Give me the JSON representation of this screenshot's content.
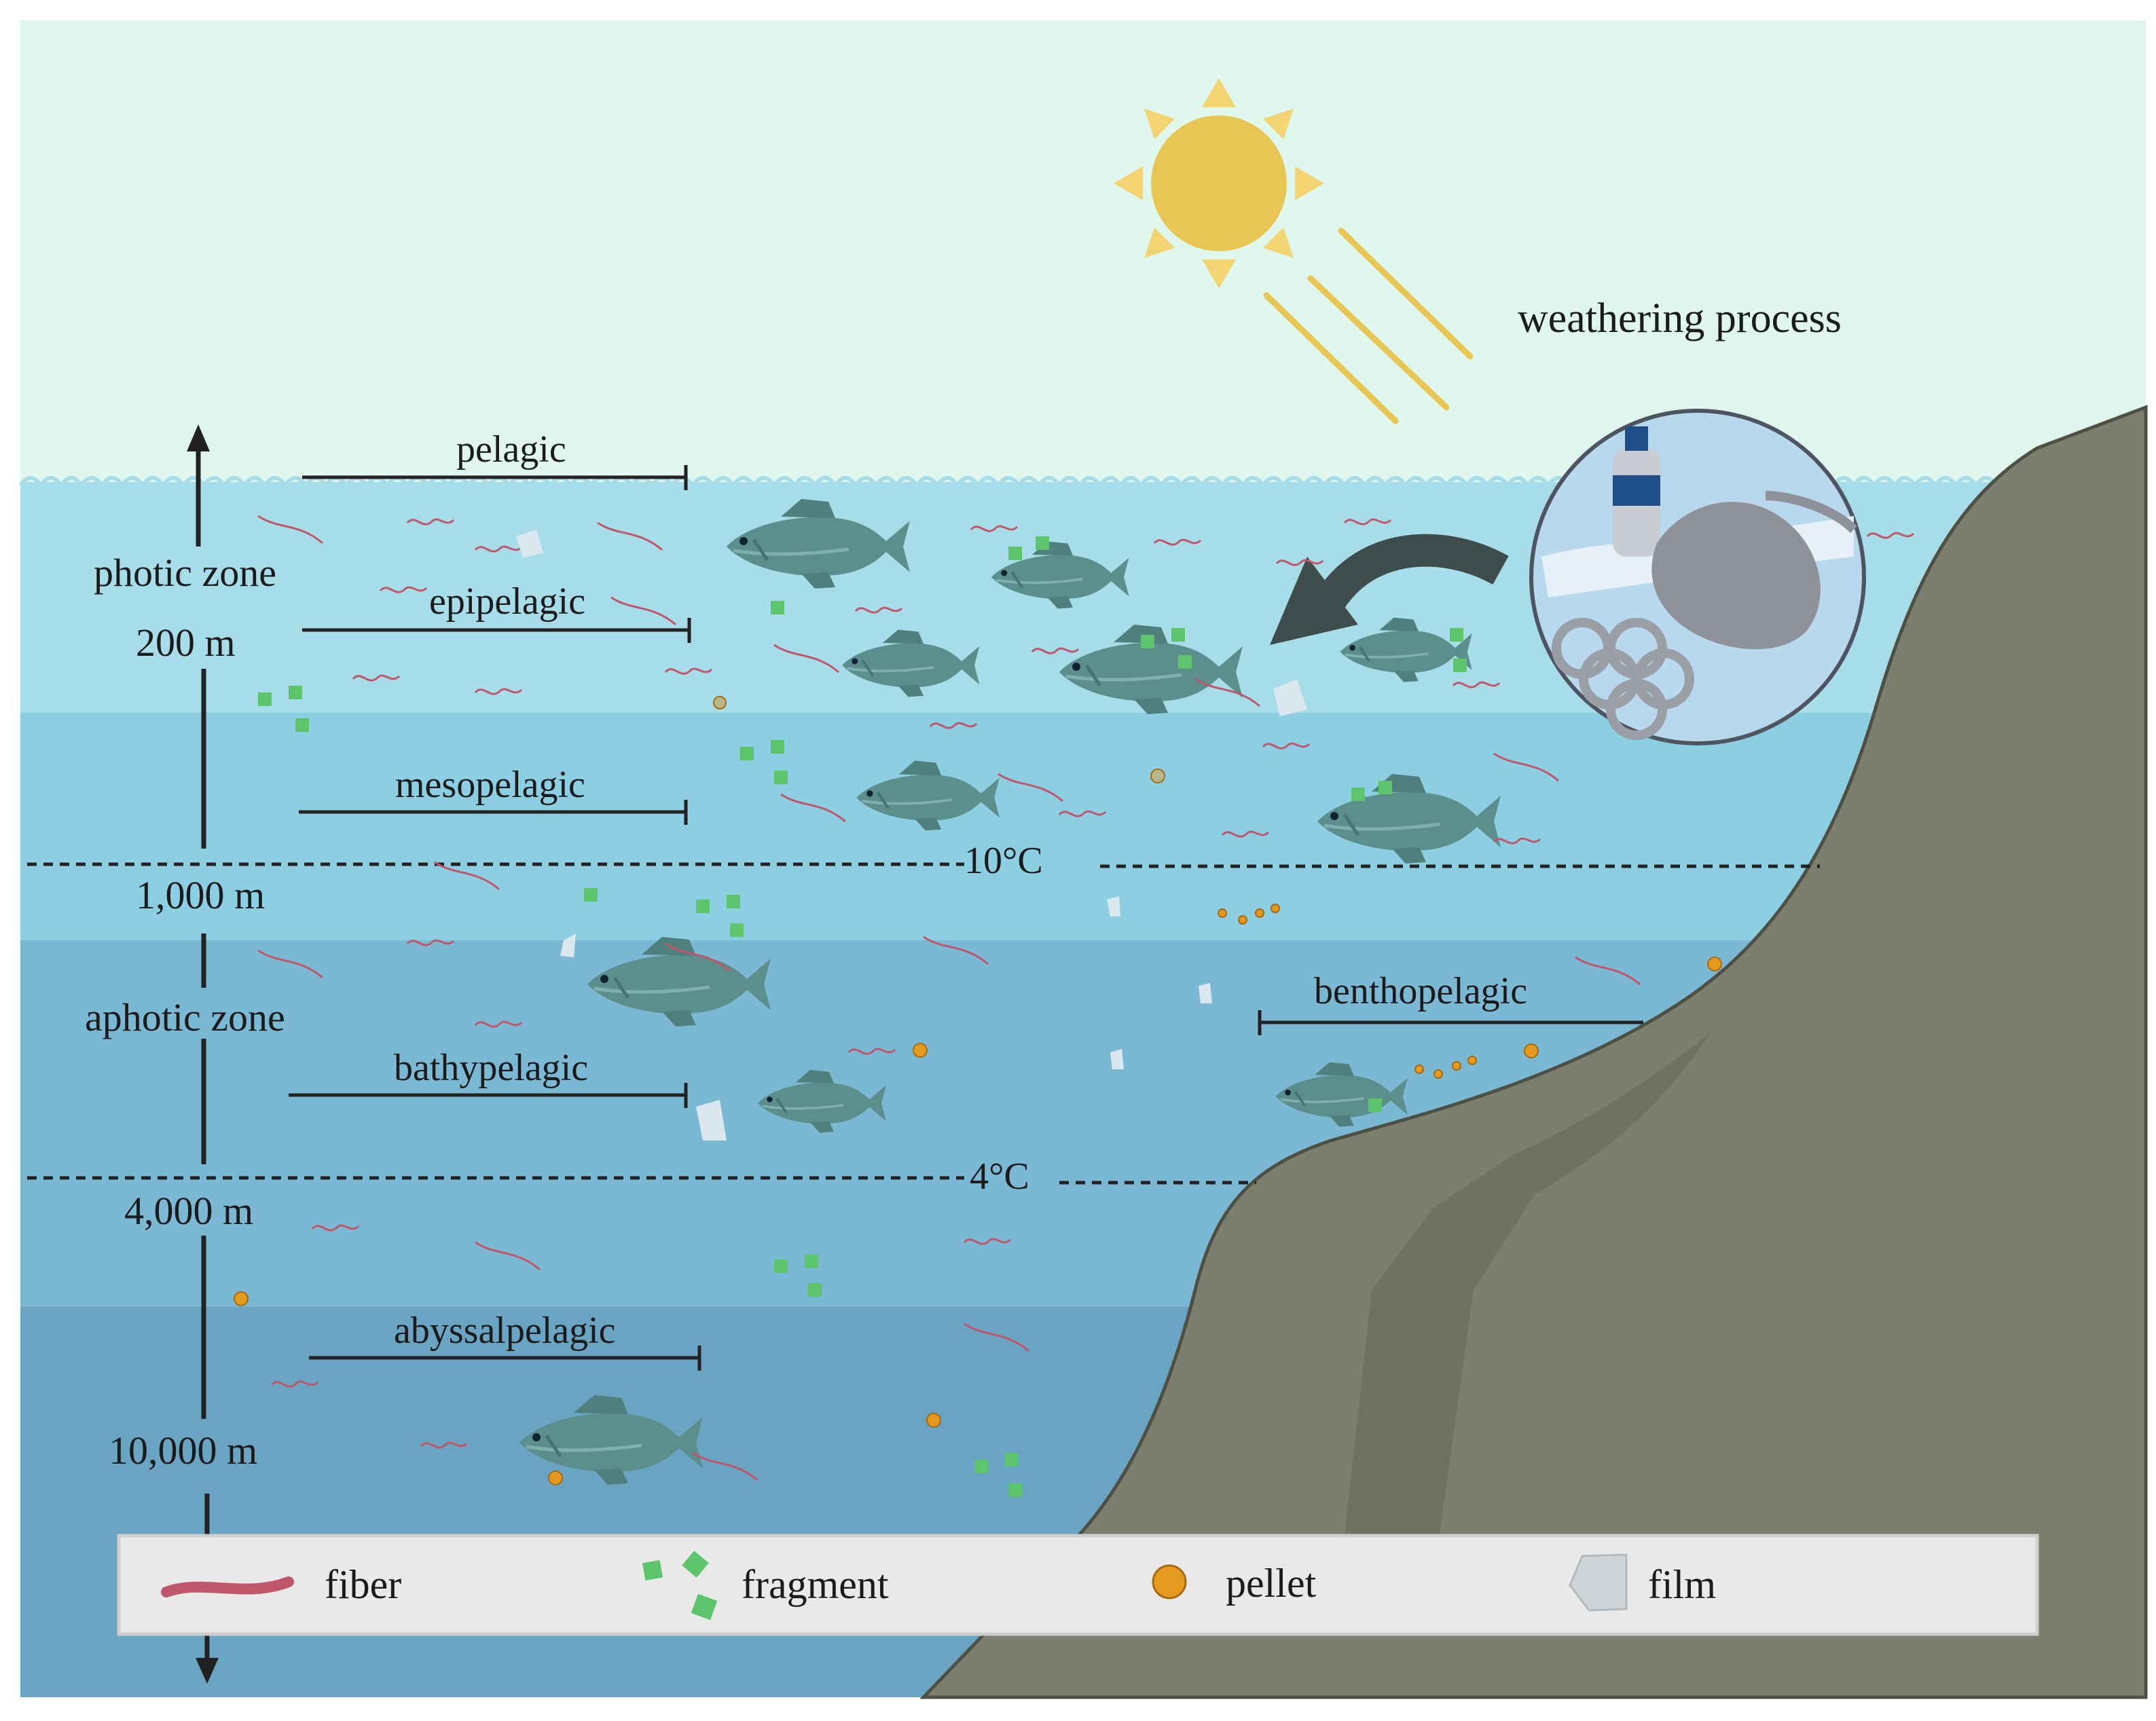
{
  "annotations": {
    "weathering": "weathering process",
    "photic_zone": "photic zone",
    "aphotic_zone": "aphotic zone"
  },
  "depths": [
    "200 m",
    "1,000 m",
    "4,000 m",
    "10,000 m"
  ],
  "layers": [
    "pelagic",
    "epipelagic",
    "mesopelagic",
    "bathypelagic",
    "abyssalpelagic",
    "benthopelagic"
  ],
  "temperatures": [
    "10°C",
    "4°C"
  ],
  "legend": [
    {
      "label": "fiber",
      "icon": "fiber-icon"
    },
    {
      "label": "fragment",
      "icon": "fragment-icon"
    },
    {
      "label": "pellet",
      "icon": "pellet-icon"
    },
    {
      "label": "film",
      "icon": "film-icon"
    }
  ],
  "colors": {
    "sky": "#dff7ec",
    "epipelagic": "#a6dde9",
    "mesopelagic": "#8ccfe2",
    "bathypelagic": "#7ab8d3",
    "abyssalpelagic": "#6aa4c3",
    "seafloor": "#7c7f6f",
    "fish": "#5c8e8c",
    "fiber": "#c0566a",
    "fragment": "#5cc46a",
    "pellet": "#e39a1f",
    "sun": "#e8c654"
  }
}
